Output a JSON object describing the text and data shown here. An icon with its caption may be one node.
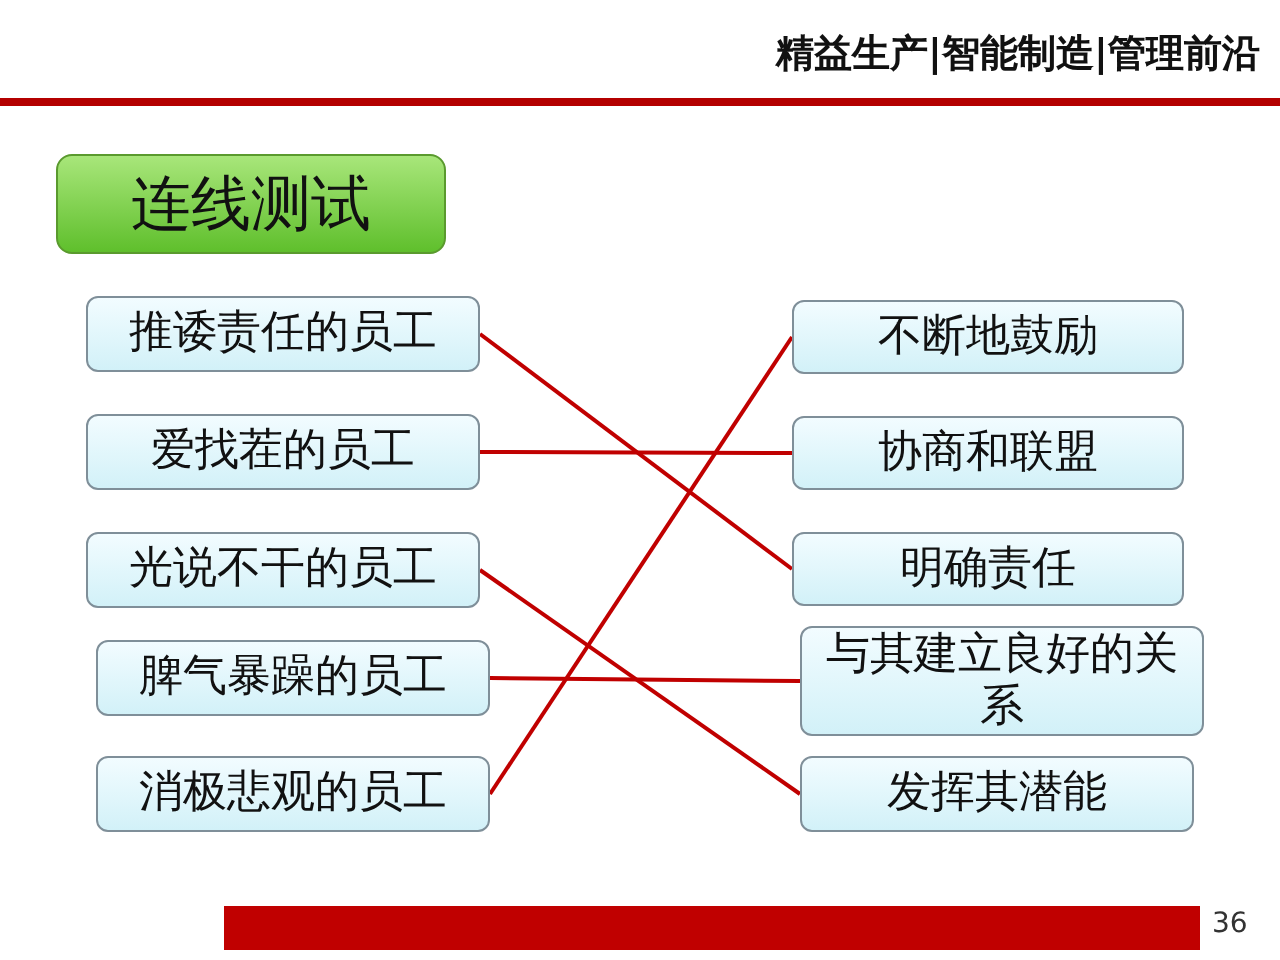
{
  "diagram": {
    "title": "连线测试",
    "nodes": [
      {
        "text": [
          "推诿责任的员工"
        ]
      },
      {
        "text": [
          "爱找茬的员工"
        ]
      },
      {
        "text": [
          "光说不干的员工"
        ]
      },
      {
        "text": [
          "脾气暴躁的员工"
        ]
      },
      {
        "text": [
          "消极悲观的员工"
        ]
      },
      {
        "text": [
          "不断地鼓励"
        ]
      },
      {
        "text": [
          "协商和联盟"
        ]
      },
      {
        "text": [
          "明确责任"
        ]
      },
      {
        "text": [
          "与其建立良好的关系"
        ]
      },
      {
        "text": [
          "发挥其潜能"
        ]
      }
    ],
    "edges": [
      {
        "from": 0,
        "to": 7,
        "arrow": "none"
      },
      {
        "from": 1,
        "to": 6,
        "arrow": "none"
      },
      {
        "from": 2,
        "to": 9,
        "arrow": "none"
      },
      {
        "from": 3,
        "to": 8,
        "arrow": "none"
      },
      {
        "from": 4,
        "to": 5,
        "arrow": "none"
      }
    ],
    "labels": [
      "精益生产|智能制造|管理前沿",
      "36"
    ]
  }
}
